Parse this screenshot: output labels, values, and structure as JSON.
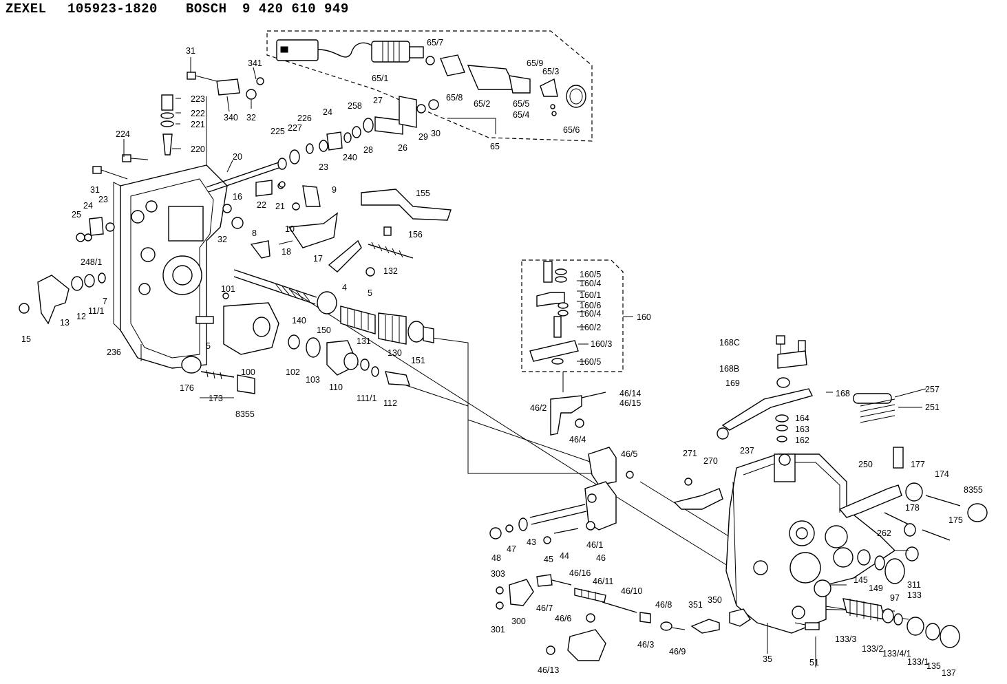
{
  "header": {
    "brand1": "ZEXEL",
    "part1": "105923-1820",
    "brand2": "BOSCH",
    "part2": "9 420 610 949"
  },
  "callouts": {
    "c31a": "31",
    "c341": "341",
    "c340": "340",
    "c32a": "32",
    "c223": "223",
    "c222": "222",
    "c221": "221",
    "c220": "220",
    "c224": "224",
    "c31b": "31",
    "c226": "226",
    "c225": "225",
    "c227": "227",
    "c20": "20",
    "c24a": "24",
    "c258": "258",
    "c27": "27",
    "c23a": "23",
    "c240": "240",
    "c28": "28",
    "c26": "26",
    "c29": "29",
    "c30": "30",
    "c65_7": "65/7",
    "c65_1": "65/1",
    "c65_8": "65/8",
    "c65_2": "65/2",
    "c65_9": "65/9",
    "c65_3": "65/3",
    "c65_5": "65/5",
    "c65_4": "65/4",
    "c65_6": "65/6",
    "c65": "65",
    "c24b": "24",
    "c23b": "23",
    "c25": "25",
    "c248_1": "248/1",
    "c16": "16",
    "c32b": "32",
    "c22": "22",
    "c21": "21",
    "c9": "9",
    "c155": "155",
    "c156": "156",
    "c8": "8",
    "c18": "18",
    "c10": "10",
    "c17": "17",
    "c132": "132",
    "c4": "4",
    "c5a": "5",
    "c101": "101",
    "c13": "13",
    "c12": "12",
    "c11_1": "11/1",
    "c7": "7",
    "c15": "15",
    "c236": "236",
    "c5b": "5",
    "c140": "140",
    "c150": "150",
    "c131": "131",
    "c130": "130",
    "c151": "151",
    "c100": "100",
    "c102": "102",
    "c103": "103",
    "c110": "110",
    "c111_1": "111/1",
    "c112": "112",
    "c176": "176",
    "c173": "173",
    "c8355a": "8355",
    "c160_5a": "160/5",
    "c160_4a": "160/4",
    "c160_1": "160/1",
    "c160_6": "160/6",
    "c160_4b": "160/4",
    "c160_2": "160/2",
    "c160_3": "160/3",
    "c160_5b": "160/5",
    "c160": "160",
    "c46_14": "46/14",
    "c46_15": "46/15",
    "c46_2": "46/2",
    "c46_4": "46/4",
    "c46_5": "46/5",
    "c46_1": "46/1",
    "c46": "46",
    "c48": "48",
    "c47": "47",
    "c43": "43",
    "c45": "45",
    "c44": "44",
    "c168c": "168C",
    "c168b": "168B",
    "c169": "169",
    "c168": "168",
    "c164": "164",
    "c163": "163",
    "c162": "162",
    "c257": "257",
    "c251": "251",
    "c271": "271",
    "c270": "270",
    "c237": "237",
    "c250": "250",
    "c177": "177",
    "c174": "174",
    "c8355b": "8355",
    "c178": "178",
    "c175": "175",
    "c262": "262",
    "c145": "145",
    "c149": "149",
    "c311": "311",
    "c133": "133",
    "c97": "97",
    "c303": "303",
    "c301": "301",
    "c300": "300",
    "c46_7": "46/7",
    "c46_16": "46/16",
    "c46_11": "46/11",
    "c46_10": "46/10",
    "c46_6": "46/6",
    "c46_8": "46/8",
    "c46_3": "46/3",
    "c46_9": "46/9",
    "c46_13": "46/13",
    "c351": "351",
    "c350": "350",
    "c35": "35",
    "c51": "51",
    "c133_3": "133/3",
    "c133_2": "133/2",
    "c133_4_1": "133/4/1",
    "c133_1": "133/1",
    "c135": "135",
    "c137": "137"
  }
}
